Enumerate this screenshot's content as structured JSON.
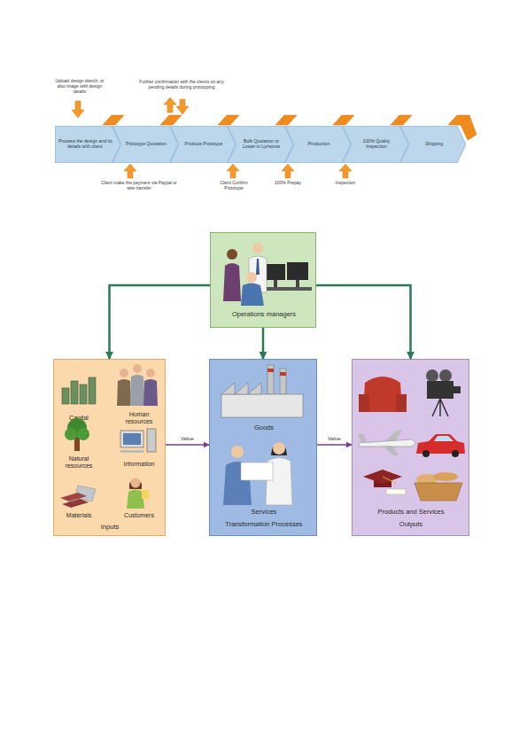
{
  "diagram": {
    "nodes": [
      {
        "text": [
          "Process the design and its details with client."
        ]
      },
      {
        "text": [
          "Prototype Quotation"
        ]
      },
      {
        "text": [
          "Produce Prototype"
        ]
      },
      {
        "text": [
          "Bulk Quotation or Lower-in Lyrisome"
        ]
      },
      {
        "text": [
          "Production"
        ]
      },
      {
        "text": [
          "100% Quality Inspection"
        ]
      },
      {
        "text": [
          "Shipping"
        ]
      },
      {
        "text": [
          "Operations managers"
        ]
      },
      {
        "text": [
          "Capital",
          "Human resources",
          "Natural resources",
          "Information",
          "Materials",
          "Customers",
          "Inputs"
        ]
      },
      {
        "text": [
          "Goods",
          "Services",
          "Transformation Processes"
        ]
      },
      {
        "text": [
          "Products and Services",
          "Outputs"
        ]
      }
    ],
    "edges": [
      {
        "from": 7,
        "to": 8,
        "arrow": "to"
      },
      {
        "from": 7,
        "to": 9,
        "arrow": "to"
      },
      {
        "from": 7,
        "to": 10,
        "arrow": "to"
      },
      {
        "from": 8,
        "to": 9,
        "label": "Value",
        "arrow": "to"
      },
      {
        "from": 9,
        "to": 10,
        "label": "Value",
        "arrow": "to"
      }
    ],
    "labels": [
      "Upload design sketch, or also image with design details",
      "Further confirmation with the clients on any pending details during prototyping",
      "Client make the payment via Paypal or wire transfer",
      "Client Confirm Prototype",
      "100% Prepay",
      "Inspection"
    ]
  }
}
